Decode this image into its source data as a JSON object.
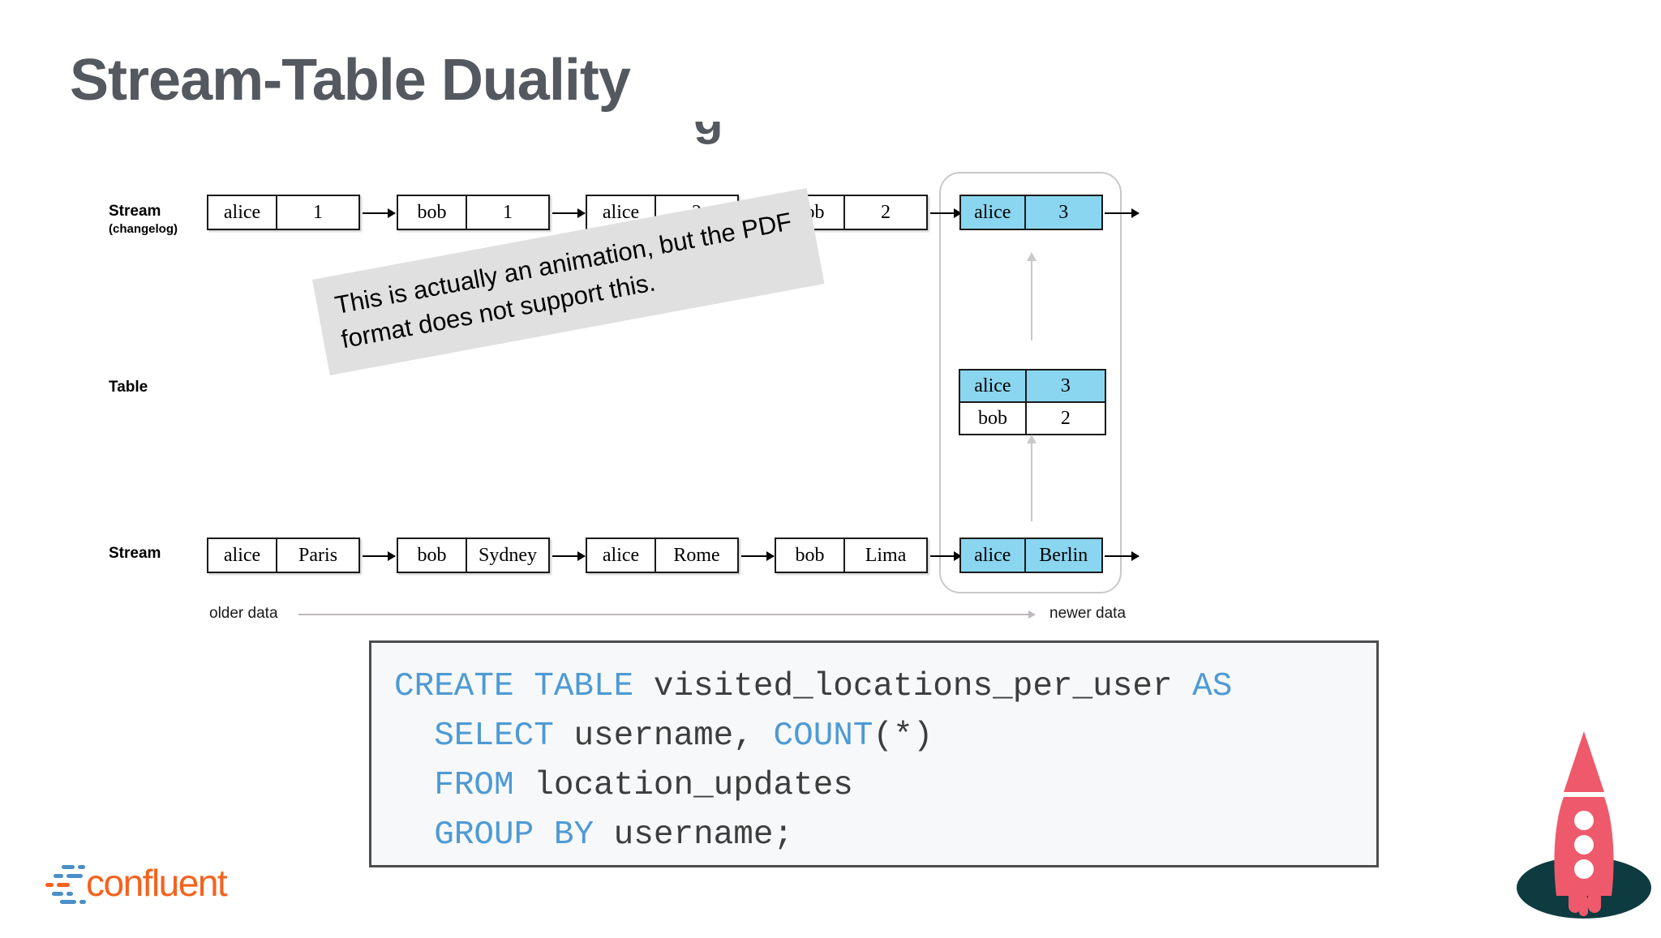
{
  "slide": {
    "title": "Stream-Table Duality",
    "title_color": "#54585f",
    "ghost_fragment": "g"
  },
  "annotation": {
    "text": "This is actually an animation, but the PDF format does not support this.",
    "background": "#e0e0e0"
  },
  "diagram": {
    "highlight_color": "#8ad5f0",
    "capsule_border": "#c9c9c9",
    "rows": [
      {
        "label": "Stream",
        "sublabel": "(changelog)",
        "records": [
          {
            "key": "alice",
            "value": "1",
            "highlight": false
          },
          {
            "key": "bob",
            "value": "1",
            "highlight": false
          },
          {
            "key": "alice",
            "value": "2",
            "highlight": false
          },
          {
            "key": "bob",
            "value": "2",
            "highlight": false
          },
          {
            "key": "alice",
            "value": "3",
            "highlight": true
          }
        ]
      },
      {
        "label": "Table",
        "sublabel": "",
        "table": {
          "rows": [
            {
              "key": "alice",
              "value": "3",
              "highlight": true
            },
            {
              "key": "bob",
              "value": "2",
              "highlight": false
            }
          ]
        }
      },
      {
        "label": "Stream",
        "sublabel": "",
        "records": [
          {
            "key": "alice",
            "value": "Paris",
            "highlight": false
          },
          {
            "key": "bob",
            "value": "Sydney",
            "highlight": false
          },
          {
            "key": "alice",
            "value": "Rome",
            "highlight": false
          },
          {
            "key": "bob",
            "value": "Lima",
            "highlight": false
          },
          {
            "key": "alice",
            "value": "Berlin",
            "highlight": true
          }
        ]
      }
    ],
    "timeline": {
      "older_label": "older data",
      "newer_label": "newer data"
    }
  },
  "code": {
    "language": "sql",
    "keyword_color": "#4e9ad4",
    "text_color": "#3d3d3d",
    "lines": [
      {
        "segments": [
          {
            "t": "CREATE TABLE",
            "kw": true
          },
          {
            "t": " visited_locations_per_user ",
            "kw": false
          },
          {
            "t": "AS",
            "kw": true
          }
        ]
      },
      {
        "segments": [
          {
            "t": "  ",
            "kw": false
          },
          {
            "t": "SELECT",
            "kw": true
          },
          {
            "t": " username, ",
            "kw": false
          },
          {
            "t": "COUNT",
            "kw": true
          },
          {
            "t": "(*)",
            "kw": false
          }
        ]
      },
      {
        "segments": [
          {
            "t": "  ",
            "kw": false
          },
          {
            "t": "FROM",
            "kw": true
          },
          {
            "t": " location_updates",
            "kw": false
          }
        ]
      },
      {
        "segments": [
          {
            "t": "  ",
            "kw": false
          },
          {
            "t": "GROUP BY",
            "kw": true
          },
          {
            "t": " username;",
            "kw": false
          }
        ]
      }
    ]
  },
  "branding": {
    "logo_text": "confluent",
    "logo_orange": "#f4621f",
    "logo_blue": "#4a8fc7",
    "rocket_body": "#ee5a6b",
    "rocket_base": "#0d3b40"
  }
}
